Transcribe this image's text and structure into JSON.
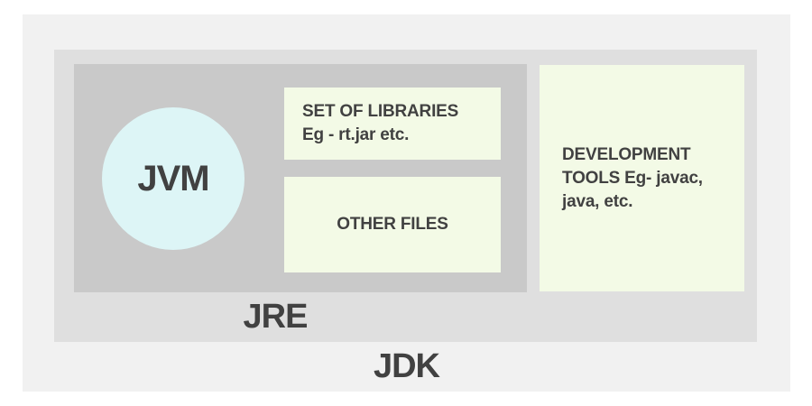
{
  "diagram": {
    "jvm_label": "JVM",
    "jre_label": "JRE",
    "jdk_label": "JDK",
    "libraries_box": {
      "lines": [
        "SET OF LIBRARIES",
        "Eg - rt.jar etc."
      ]
    },
    "other_files_box": {
      "label": "OTHER FILES"
    },
    "dev_tools_box": {
      "lines": [
        "DEVELOPMENT",
        "TOOLS Eg- javac,",
        "java, etc."
      ]
    },
    "colors": {
      "jdk_bg": "#f1f1f1",
      "jre_bg": "#dfdfdf",
      "container_bg": "#c9c9c9",
      "box_bg": "#f3fae6",
      "circle_bg": "#ddf5f6",
      "text": "#414141",
      "page_bg": "#ffffff"
    }
  }
}
